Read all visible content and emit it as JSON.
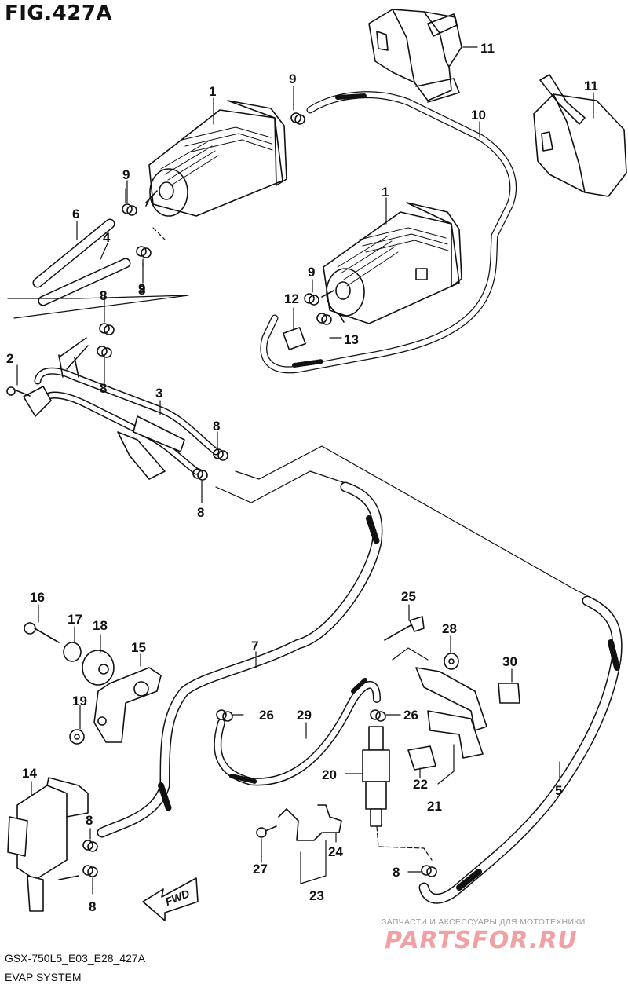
{
  "figure": {
    "title": "FIG.427A",
    "code": "GSX-750L5_E03_E28_427A",
    "name": "EVAP SYSTEM"
  },
  "watermark": {
    "text": "ЗАПЧАСТИ И АКСЕССУАРЫ ДЛЯ МОТОТЕХНИКИ",
    "logo": "PARTSFOR.RU",
    "logo_color": "#f1a1a4"
  },
  "direction_arrow": {
    "label": "FWD"
  },
  "callouts": [
    {
      "n": "1"
    },
    {
      "n": "1"
    },
    {
      "n": "2"
    },
    {
      "n": "3"
    },
    {
      "n": "4"
    },
    {
      "n": "5"
    },
    {
      "n": "6"
    },
    {
      "n": "7"
    },
    {
      "n": "8"
    },
    {
      "n": "8"
    },
    {
      "n": "8"
    },
    {
      "n": "8"
    },
    {
      "n": "8"
    },
    {
      "n": "8"
    },
    {
      "n": "8"
    },
    {
      "n": "8"
    },
    {
      "n": "9"
    },
    {
      "n": "9"
    },
    {
      "n": "9"
    },
    {
      "n": "9"
    },
    {
      "n": "10"
    },
    {
      "n": "11"
    },
    {
      "n": "11"
    },
    {
      "n": "12"
    },
    {
      "n": "13"
    },
    {
      "n": "14"
    },
    {
      "n": "15"
    },
    {
      "n": "16"
    },
    {
      "n": "17"
    },
    {
      "n": "18"
    },
    {
      "n": "19"
    },
    {
      "n": "20"
    },
    {
      "n": "21"
    },
    {
      "n": "22"
    },
    {
      "n": "23"
    },
    {
      "n": "24"
    },
    {
      "n": "25"
    },
    {
      "n": "26"
    },
    {
      "n": "26"
    },
    {
      "n": "27"
    },
    {
      "n": "28"
    },
    {
      "n": "29"
    },
    {
      "n": "30"
    }
  ]
}
